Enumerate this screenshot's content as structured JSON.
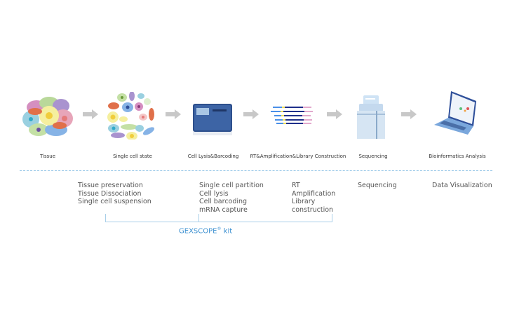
{
  "steps": [
    {
      "label": "Tissue",
      "icon": "tissue-icon"
    },
    {
      "label": "Single cell state",
      "icon": "single-cells-icon"
    },
    {
      "label": "Cell Lysis&Barcoding",
      "icon": "instrument-icon"
    },
    {
      "label": "RT&Amplification&Library Construction",
      "icon": "dna-library-icon"
    },
    {
      "label": "Sequencing",
      "icon": "sequencer-icon"
    },
    {
      "label": "Bioinformatics Analysis",
      "icon": "laptop-icon"
    }
  ],
  "details": [
    [
      "Tissue preservation",
      "Tissue Dissociation",
      "Single cell suspension"
    ],
    [
      "Single cell partition",
      "Cell lysis",
      "Cell barcoding",
      "mRNA capture"
    ],
    [
      "RT",
      "Amplification",
      "Library",
      "construction"
    ],
    [
      "Sequencing"
    ],
    [
      "Data Visualization"
    ]
  ],
  "kit": {
    "name": "GEXSCOPE",
    "mark": "®",
    "suffix": " kit"
  },
  "colors": {
    "accent": "#3a8fd0",
    "arrow": "#c8c8c8",
    "dash": "#8fc3e6"
  }
}
